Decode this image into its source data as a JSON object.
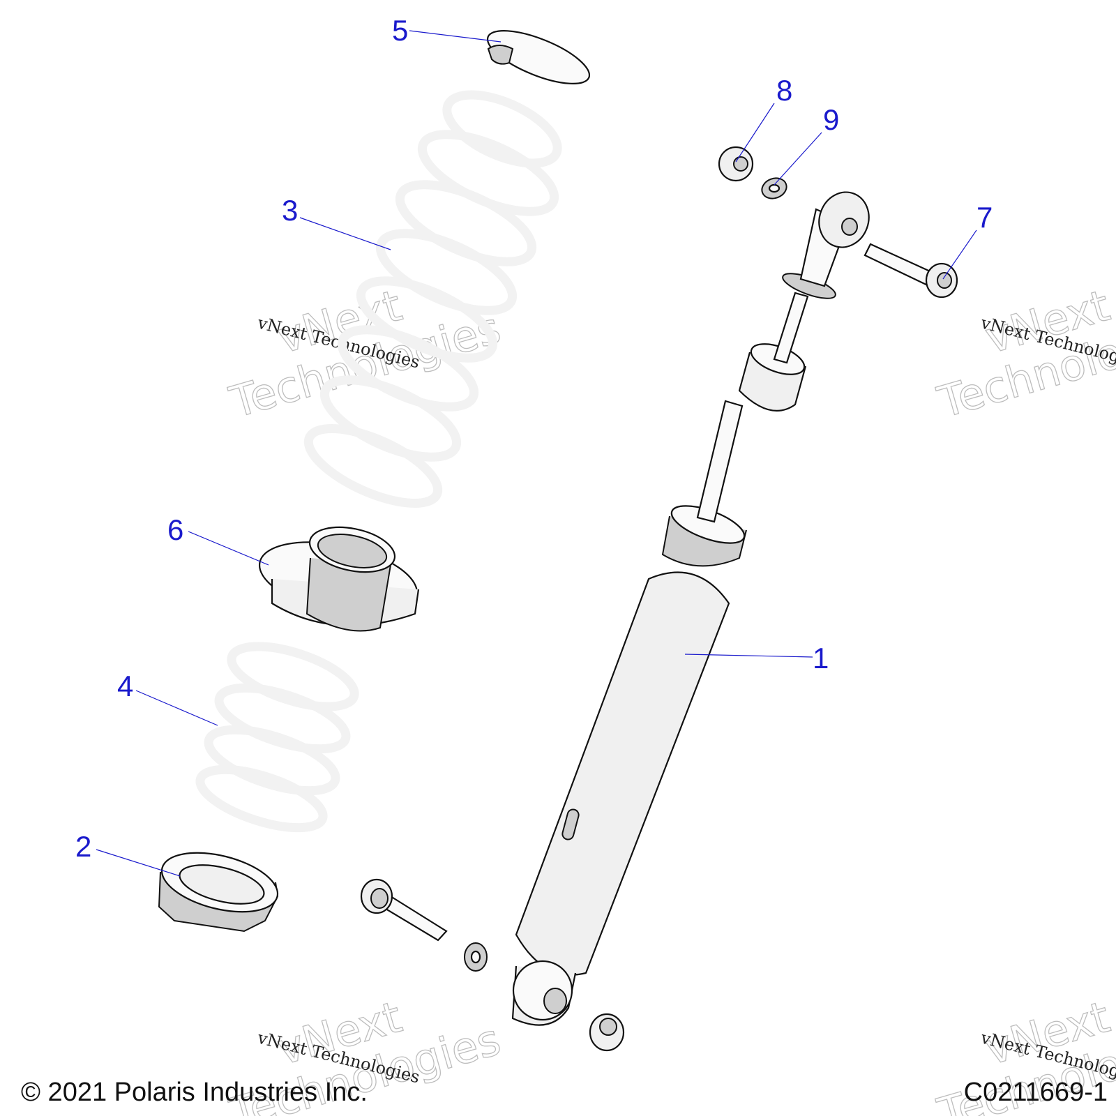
{
  "callouts": [
    {
      "id": "1",
      "label": "1"
    },
    {
      "id": "2",
      "label": "2"
    },
    {
      "id": "3",
      "label": "3"
    },
    {
      "id": "4",
      "label": "4"
    },
    {
      "id": "5",
      "label": "5"
    },
    {
      "id": "6",
      "label": "6"
    },
    {
      "id": "7",
      "label": "7"
    },
    {
      "id": "8",
      "label": "8"
    },
    {
      "id": "9",
      "label": "9"
    }
  ],
  "watermark": {
    "small_text": "vNext Technologies",
    "big_line1": "vNext",
    "big_line2": "Technologies"
  },
  "footer": {
    "copyright": "© 2021 Polaris Industries Inc.",
    "drawing_number": "C0211669-1"
  },
  "colors": {
    "callout": "#1a1acc",
    "line_art": "#111111",
    "watermark": "#bdbdbd"
  }
}
